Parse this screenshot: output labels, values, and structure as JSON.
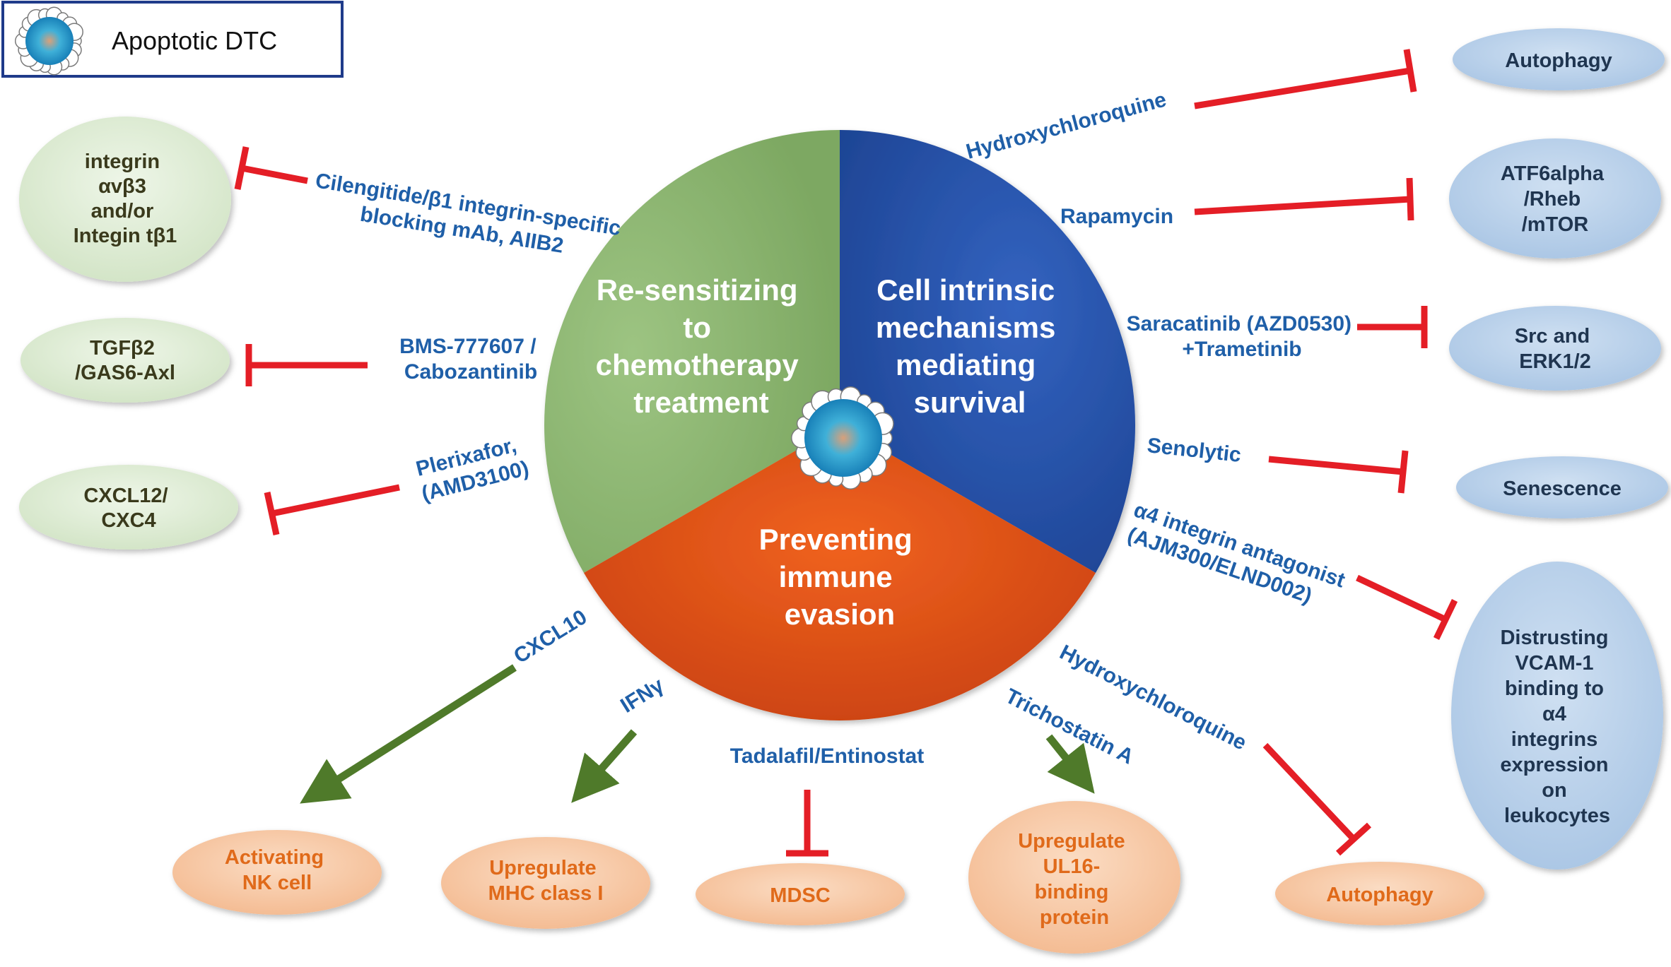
{
  "legend": {
    "label": "Apoptotic DTC",
    "icon": "apoptotic-cell-icon"
  },
  "colors": {
    "green_sector": "#8fb873",
    "blue_sector": "#2a57b0",
    "orange_sector": "#e4571a",
    "inhibit": "#e41e26",
    "activate": "#4f7a2a",
    "drug_text": "#1f5fa8",
    "green_node": "#e4efdc",
    "blue_node": "#bcd3ea",
    "orange_node": "#f6c9a6"
  },
  "sectors": {
    "green": [
      "Re-sensitizing",
      "to",
      "chemotherapy",
      "treatment"
    ],
    "blue": [
      "Cell intrinsic",
      "mechanisms",
      "mediating",
      "survival"
    ],
    "orange": [
      "Preventing",
      "immune",
      "evasion"
    ]
  },
  "left_targets": {
    "integrin": [
      "integrin",
      "αvβ3",
      "and/or",
      "Integin tβ1"
    ],
    "tgfb2": [
      "TGFβ2",
      "/GAS6-Axl"
    ],
    "cxcl12": [
      "CXCL12/",
      "CXC4"
    ]
  },
  "left_drugs": {
    "cilengitide": [
      "Cilengitide/β1 integrin-specific",
      "blocking mAb, AIIB2"
    ],
    "bms": [
      "BMS-777607 /",
      "Cabozantinib"
    ],
    "plerixafor": [
      "Plerixafor,",
      "(AMD3100)"
    ]
  },
  "right_targets": {
    "autophagy": [
      "Autophagy"
    ],
    "atf6": [
      "ATF6alpha",
      "/Rheb",
      "/mTOR"
    ],
    "src": [
      "Src and",
      "ERK1/2"
    ],
    "senescence": [
      "Senescence"
    ],
    "vcam": [
      "Distrusting",
      "VCAM-1",
      "binding to",
      "α4",
      "integrins",
      "expression",
      "on",
      "leukocytes"
    ]
  },
  "right_drugs": {
    "hydroxychloroquine": [
      "Hydroxychloroquine"
    ],
    "rapamycin": [
      "Rapamycin"
    ],
    "saracatinib": [
      "Saracatinib (AZD0530)",
      "+Trametinib"
    ],
    "senolytic": [
      "Senolytic"
    ],
    "a4": [
      "α4 integrin antagonist",
      "(AJM300/ELND002)"
    ]
  },
  "bottom_targets": {
    "nk": [
      "Activating",
      "NK cell"
    ],
    "mhc": [
      "Upregulate",
      "MHC class I"
    ],
    "mdsc": [
      "MDSC"
    ],
    "ul16": [
      "Upregulate",
      "UL16-",
      "binding",
      "protein"
    ],
    "autophagy": [
      "Autophagy"
    ]
  },
  "bottom_drugs": {
    "cxcl10": [
      "CXCL10"
    ],
    "ifn": [
      "IFNγ"
    ],
    "tadalafil": [
      "Tadalafil/Entinostat"
    ],
    "trichostatin": [
      "Trichostatin A"
    ],
    "hydroxychloroquine": [
      "Hydroxychloroquine"
    ]
  }
}
